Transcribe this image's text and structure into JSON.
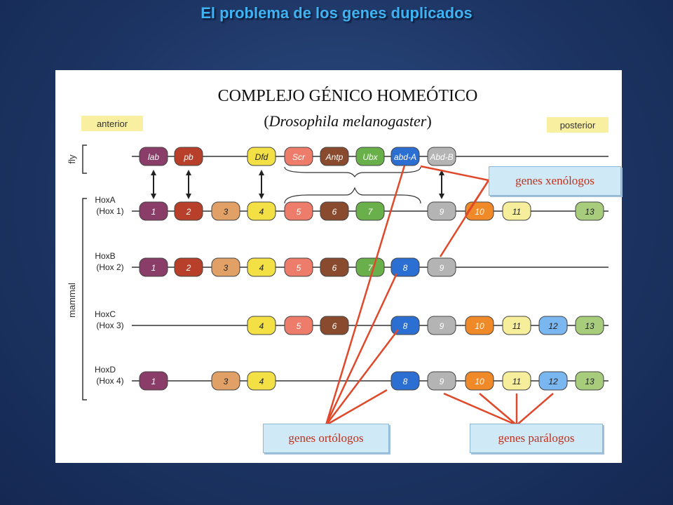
{
  "slide": {
    "title": "El problema de los genes duplicados"
  },
  "figure": {
    "title": "COMPLEJO GÉNICO HOMEÓTICO",
    "subtitle_species": "Drosophila melanogaster",
    "anterior": "anterior",
    "posterior": "posterior",
    "fly_label": "fly",
    "mammal_label": "mammal",
    "colors": {
      "1": "#8a3d68",
      "2": "#b8402a",
      "3": "#e0a066",
      "4": "#f2e045",
      "5": "#ee7c6a",
      "6": "#8a4a2e",
      "7": "#6ab04a",
      "8": "#2c6fd2",
      "9": "#b4b4b4",
      "10": "#f08a28",
      "11": "#f6ee9a",
      "12": "#7ab6f0",
      "13": "#a6cc7c"
    },
    "fly_genes": [
      {
        "label": "lab",
        "color_key": "1"
      },
      {
        "label": "pb",
        "color_key": "2"
      },
      {
        "label": "Dfd",
        "color_key": "4"
      },
      {
        "label": "Scr",
        "color_key": "5"
      },
      {
        "label": "Antp",
        "color_key": "6"
      },
      {
        "label": "Ubx",
        "color_key": "7"
      },
      {
        "label": "abd-A",
        "color_key": "8"
      },
      {
        "label": "Abd-B",
        "color_key": "9"
      }
    ],
    "clusters": [
      {
        "name": "HoxA",
        "alt": "(Hox 1)",
        "genes": [
          "1",
          "2",
          "3",
          "4",
          "5",
          "6",
          "7",
          "9",
          "10",
          "11",
          "13"
        ]
      },
      {
        "name": "HoxB",
        "alt": "(Hox 2)",
        "genes": [
          "1",
          "2",
          "3",
          "4",
          "5",
          "6",
          "7",
          "8",
          "9"
        ]
      },
      {
        "name": "HoxC",
        "alt": "(Hox 3)",
        "genes": [
          "4",
          "5",
          "6",
          "8",
          "9",
          "10",
          "11",
          "12",
          "13"
        ]
      },
      {
        "name": "HoxD",
        "alt": "(Hox 4)",
        "genes": [
          "1",
          "3",
          "4",
          "8",
          "9",
          "10",
          "11",
          "12",
          "13"
        ]
      }
    ]
  },
  "callouts": {
    "xenologos": "genes xenólogos",
    "ortologos": "genes ortólogos",
    "paralogos": "genes parálogos"
  }
}
